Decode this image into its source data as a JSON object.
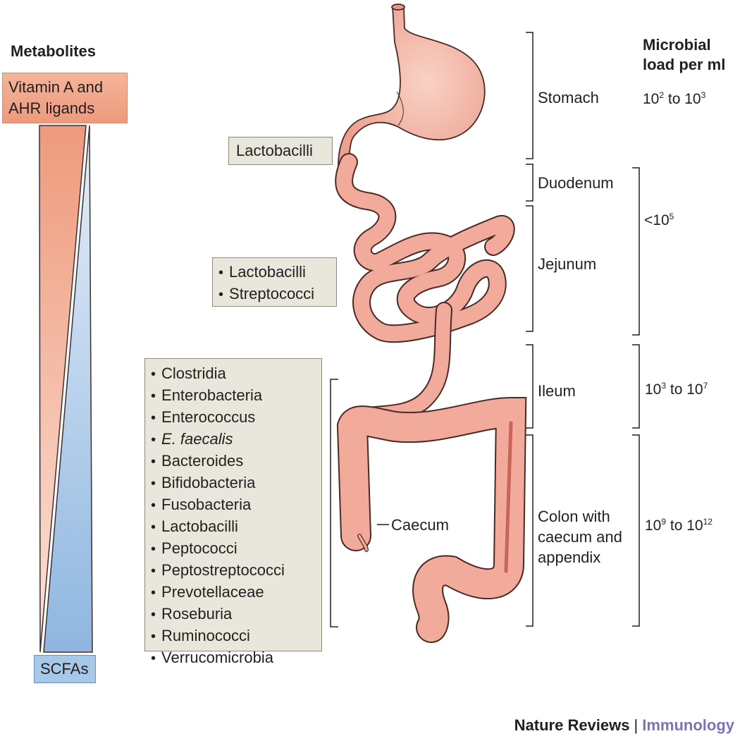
{
  "metabolites": {
    "title": "Metabolites",
    "top_label": "Vitamin A and AHR ligands",
    "bottom_label": "SCFAs"
  },
  "microbes": {
    "stomach_box": "Lactobacilli",
    "small_intestine_box": [
      "Lactobacilli",
      "Streptococci"
    ],
    "colon_box": [
      "Clostridia",
      "Enterobacteria",
      "Enterococcus",
      "E. faecalis",
      "Bacteroides",
      "Bifidobacteria",
      "Fusobacteria",
      "Lactobacilli",
      "Peptococci",
      "Peptostreptococci",
      "Prevotellaceae",
      "Roseburia",
      "Ruminococci",
      "Verrucomicrobia"
    ]
  },
  "anatomy": {
    "caecum_label": "Caecum"
  },
  "regions": {
    "stomach": "Stomach",
    "duodenum": "Duodenum",
    "jejunum": "Jejunum",
    "ileum": "Ileum",
    "colon_line1": "Colon with",
    "colon_line2": "caecum and",
    "colon_line3": "appendix"
  },
  "load": {
    "title_line1": "Microbial",
    "title_line2": "load per ml",
    "stomach": {
      "a_base": "10",
      "a_exp": "2",
      "mid": " to ",
      "b_base": "10",
      "b_exp": "3"
    },
    "small": {
      "prefix": "<10",
      "exp": "5"
    },
    "ileum": {
      "a_base": "10",
      "a_exp": "3",
      "mid": " to ",
      "b_base": "10",
      "b_exp": "7"
    },
    "colon": {
      "a_base": "10",
      "a_exp": "9",
      "mid": " to ",
      "b_base": "10",
      "b_exp": "12"
    }
  },
  "footer": {
    "publisher": "Nature Reviews",
    "separator": "|",
    "journal": "Immunology"
  },
  "colors": {
    "organ_fill": "#f2aa9a",
    "organ_stroke": "#4a2a26",
    "orange_gradient": "#ee9a7c",
    "blue_gradient": "#8fb6e0",
    "box_fill": "#e9e7dc"
  }
}
